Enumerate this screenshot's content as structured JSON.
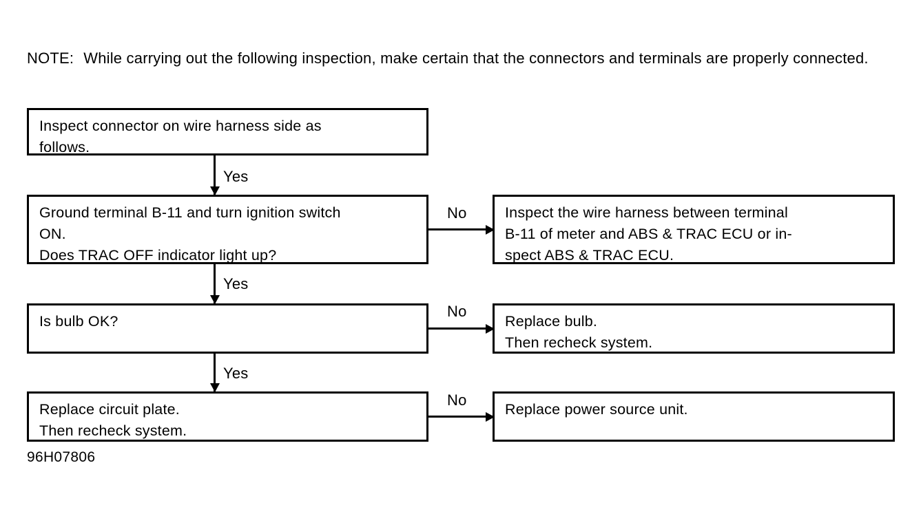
{
  "note": {
    "label": "NOTE:",
    "text": "While carrying out the following inspection, make certain that the connectors and terminals are properly connected."
  },
  "flowchart": {
    "left_column": [
      {
        "id": "inspect-connector",
        "text": "Inspect connector on wire harness side as\nfollows."
      },
      {
        "id": "ground-terminal",
        "text": "Ground terminal B-11 and turn ignition switch\nON.\nDoes TRAC OFF indicator light up?"
      },
      {
        "id": "is-bulb-ok",
        "text": "Is bulb OK?"
      },
      {
        "id": "replace-circuit-plate",
        "text": "Replace circuit plate.\nThen recheck system."
      }
    ],
    "right_column": [
      {
        "id": "inspect-harness-ecu",
        "text": "Inspect the wire harness between terminal\nB-11 of meter and ABS & TRAC ECU or in-\nspect ABS & TRAC ECU."
      },
      {
        "id": "replace-bulb",
        "text": "Replace bulb.\nThen recheck system."
      },
      {
        "id": "replace-power-source-unit",
        "text": "Replace power source unit."
      }
    ],
    "edge_labels": {
      "yes_1": "Yes",
      "yes_2": "Yes",
      "yes_3": "Yes",
      "no_1": "No",
      "no_2": "No",
      "no_3": "No"
    }
  },
  "figure_id": "96H07806",
  "colors": {
    "ink": "#000000",
    "paper": "#ffffff"
  }
}
